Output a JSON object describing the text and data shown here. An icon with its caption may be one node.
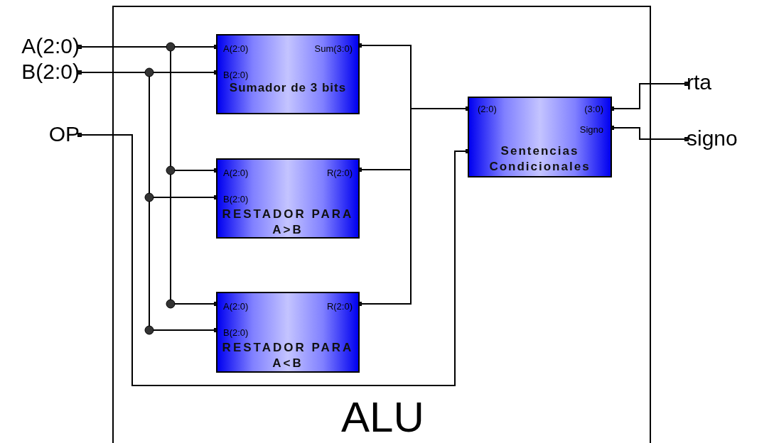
{
  "diagram": {
    "nodes": [
      {
        "text": [
          "ALU"
        ]
      },
      {
        "text": [
          "A(2:0)"
        ]
      },
      {
        "text": [
          "B(2:0)"
        ]
      },
      {
        "text": [
          "OP"
        ]
      },
      {
        "text": [
          "A(2:0)",
          "B(2:0)",
          "Sum(3:0)",
          "Sumador de 3 bits"
        ],
        "in": 0
      },
      {
        "text": [
          "A(2:0)",
          "B(2:0)",
          "R(2:0)",
          "RESTADOR PARA A>B"
        ],
        "in": 0
      },
      {
        "text": [
          "A(2:0)",
          "B(2:0)",
          "R(2:0)",
          "RESTADOR PARA A<B"
        ],
        "in": 0
      },
      {
        "text": [
          "(2:0)",
          "(3:0)",
          "Signo",
          "Sentencias Condicionales"
        ],
        "in": 0
      },
      {
        "text": [
          "rta"
        ]
      },
      {
        "text": [
          "signo"
        ]
      }
    ],
    "edges": [
      {
        "from": 1,
        "to": 4,
        "arrow": "other"
      },
      {
        "from": 1,
        "to": 5,
        "arrow": "other"
      },
      {
        "from": 1,
        "to": 6,
        "arrow": "other"
      },
      {
        "from": 2,
        "to": 4,
        "arrow": "other"
      },
      {
        "from": 2,
        "to": 5,
        "arrow": "other"
      },
      {
        "from": 2,
        "to": 6,
        "arrow": "other"
      },
      {
        "from": 3,
        "to": 7,
        "arrow": "other"
      },
      {
        "from": 4,
        "to": 7,
        "arrow": "other"
      },
      {
        "from": 5,
        "to": 7,
        "arrow": "other"
      },
      {
        "from": 6,
        "to": 7,
        "arrow": "other"
      },
      {
        "from": 7,
        "to": 8,
        "arrow": "other"
      },
      {
        "from": 7,
        "to": 9,
        "arrow": "other"
      }
    ]
  }
}
